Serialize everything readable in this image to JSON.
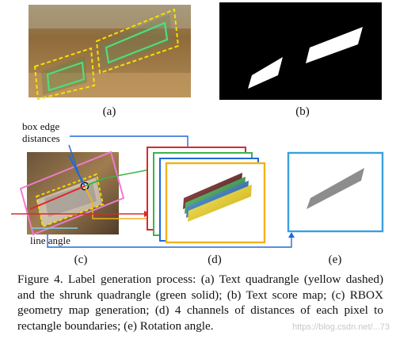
{
  "panels": {
    "a": {
      "label": "(a)"
    },
    "b": {
      "label": "(b)"
    },
    "c": {
      "label": "(c)",
      "annot_box_edge": "box edge\ndistances",
      "annot_line_angle": "line angle"
    },
    "d": {
      "label": "(d)"
    },
    "e": {
      "label": "(e)"
    }
  },
  "caption": "Figure 4. Label generation process: (a) Text quadrangle (yellow dashed) and the shrunk quadrangle (green solid); (b) Text score map; (c) RBOX geometry map generation; (d) 4 channels of distances of each pixel to rectangle boundaries; (e) Rotation angle.",
  "watermark": "https://blog.csdn.net/...73",
  "colors": {
    "yellow_dashed": "#f2e300",
    "green_solid": "#4dde7a",
    "pink_box": "#f07ad0",
    "red": "#e0262a",
    "green": "#39b54a",
    "blue": "#2168d8",
    "orange": "#f2b21a",
    "cyan_frame": "#3aa0e0"
  }
}
